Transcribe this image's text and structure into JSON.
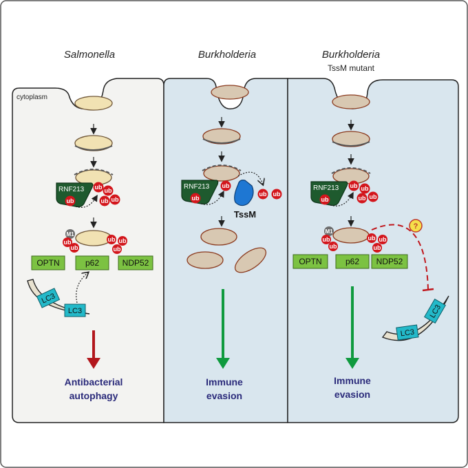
{
  "colors": {
    "cytoplasm_left": "#f3f3f1",
    "cytoplasm_right": "#d9e6ee",
    "bacterium_fill": "#f1e2b3",
    "bacterium_burk": "#d8c8b2",
    "ub_red": "#d3161c",
    "rnf_green": "#1e5a2e",
    "receptor_green": "#7cc242",
    "lc3_teal": "#23b9c9",
    "tssm_blue": "#1e77d3",
    "arrow_red": "#b2161c",
    "arrow_green": "#0f9a3e",
    "outcome_text": "#2a2a7a"
  },
  "columns": [
    {
      "title": "Salmonella",
      "subtitle": ""
    },
    {
      "title": "Burkholderia",
      "subtitle": ""
    },
    {
      "title": "Burkholderia",
      "subtitle": "TssM mutant"
    }
  ],
  "cytoplasm_label": "cytoplasm",
  "labels": {
    "ub": "ub",
    "m1": "M1",
    "rnf213": "RNF213",
    "optn": "OPTN",
    "p62": "p62",
    "ndp52": "NDP52",
    "lc3": "LC3",
    "tssm": "TssM",
    "question": "?"
  },
  "outcomes": {
    "left_line1": "Antibacterial",
    "left_line2": "autophagy",
    "middle_line1": "Immune",
    "middle_line2": "evasion",
    "right_line1": "Immune",
    "right_line2": "evasion"
  }
}
